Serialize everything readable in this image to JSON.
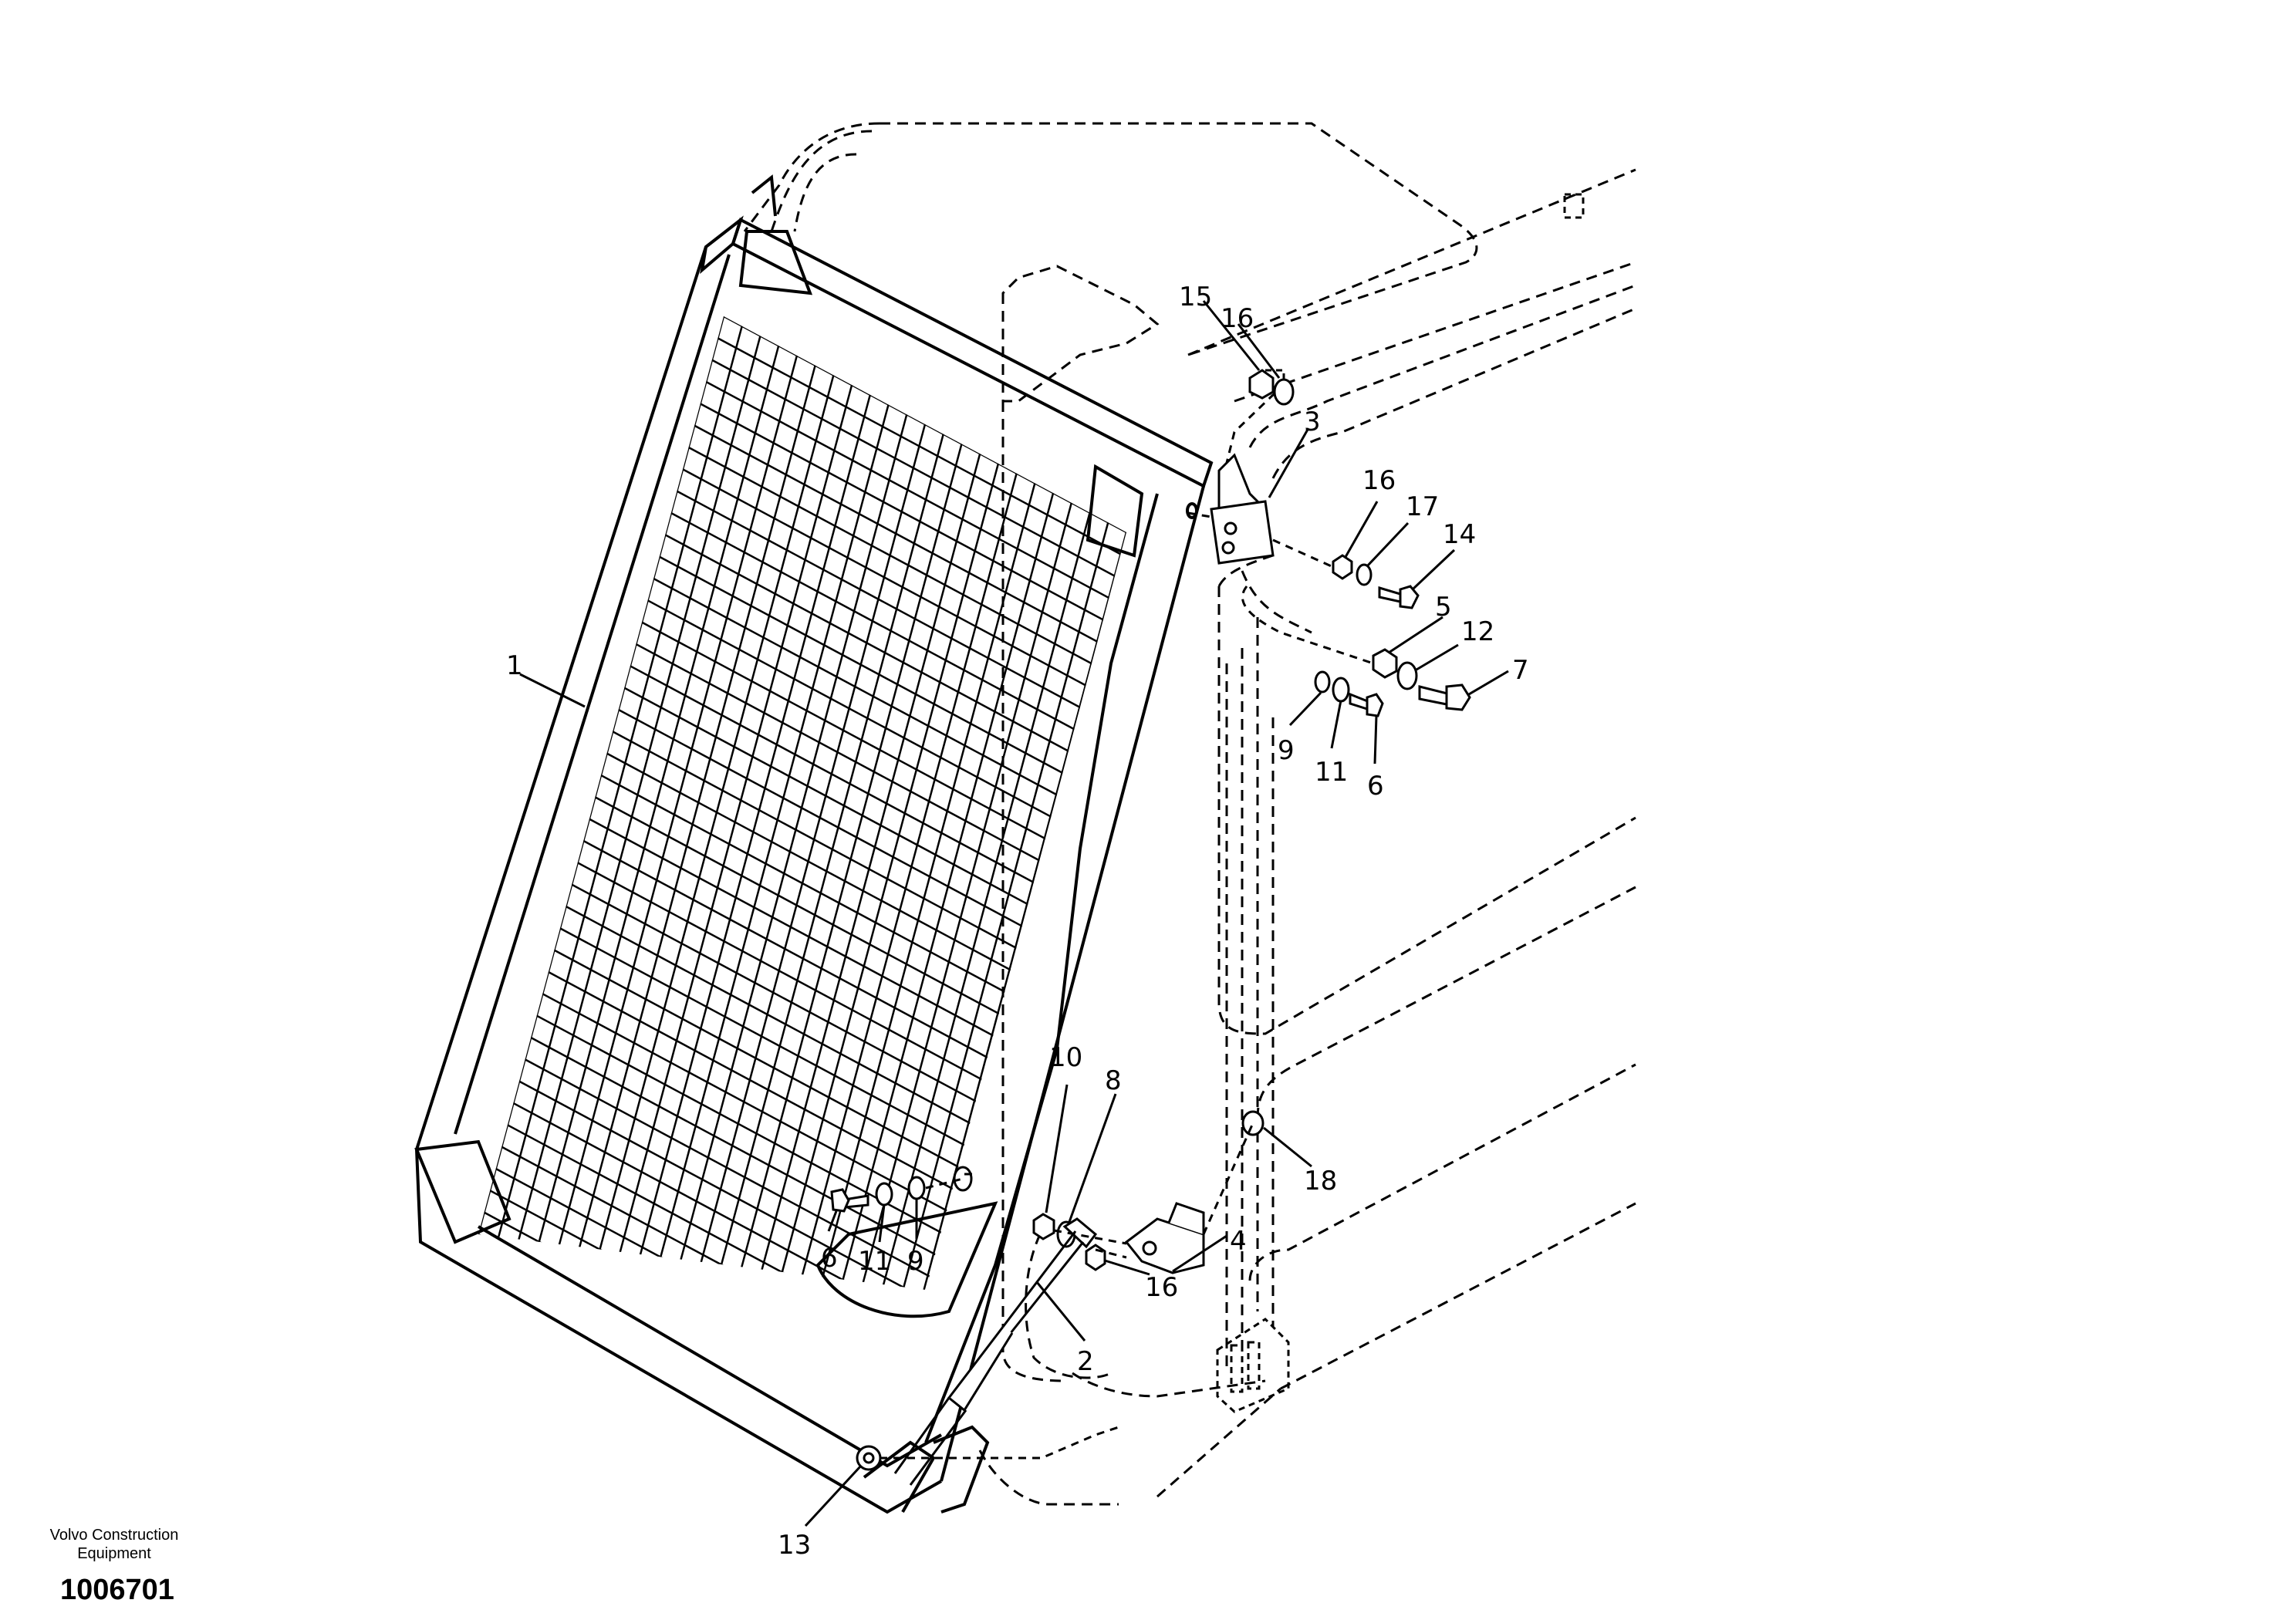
{
  "footer": {
    "company_line1": "Volvo Construction",
    "company_line2": "Equipment",
    "document_number": "1006701"
  },
  "callouts": [
    {
      "label": "1"
    },
    {
      "label": "2"
    },
    {
      "label": "3"
    },
    {
      "label": "4"
    },
    {
      "label": "5"
    },
    {
      "label": "6"
    },
    {
      "label": "6"
    },
    {
      "label": "7"
    },
    {
      "label": "8"
    },
    {
      "label": "9"
    },
    {
      "label": "9"
    },
    {
      "label": "10"
    },
    {
      "label": "11"
    },
    {
      "label": "11"
    },
    {
      "label": "12"
    },
    {
      "label": "13"
    },
    {
      "label": "14"
    },
    {
      "label": "15"
    },
    {
      "label": "16"
    },
    {
      "label": "16"
    },
    {
      "label": "16"
    },
    {
      "label": "17"
    },
    {
      "label": "18"
    }
  ]
}
